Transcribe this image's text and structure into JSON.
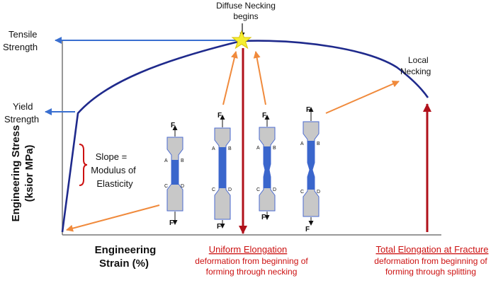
{
  "labels": {
    "diffuse_necking_line1": "Diffuse Necking",
    "diffuse_necking_line2": "begins",
    "tensile_line1": "Tensile",
    "tensile_line2": "Strength",
    "yield_line1": "Yield",
    "yield_line2": "Strength",
    "local_necking_line1": "Local",
    "local_necking_line2": "Necking",
    "slope_line1": "Slope =",
    "slope_line2": "Modulus of",
    "slope_line3": "Elasticity",
    "ylabel_line1": "Engineering Stress",
    "ylabel_line2": "(ksior MPa)",
    "xlabel_line1": "Engineering",
    "xlabel_line2": "Strain (%)",
    "uniform_title": "Uniform Elongation",
    "uniform_line1": "deformation from beginning of",
    "uniform_line2": "forming through necking",
    "total_title": "Total Elongation at Fracture",
    "total_line1": "deformation from beginning of",
    "total_line2": "forming through splitting",
    "force": "F",
    "mark_a": "A",
    "mark_b": "B",
    "mark_c": "C",
    "mark_d": "D"
  },
  "colors": {
    "curve": "#1f2a8c",
    "pointer_blue": "#3a6fd0",
    "pointer_orange": "#f08a3c",
    "dark_red": "#b0101a",
    "label_red": "#cc1111",
    "specimen_gray": "#c8c8c8",
    "gauge_blue": "#3a66cc",
    "star": "#f5ee33"
  },
  "icons": {
    "necking_marker": "star-icon"
  }
}
